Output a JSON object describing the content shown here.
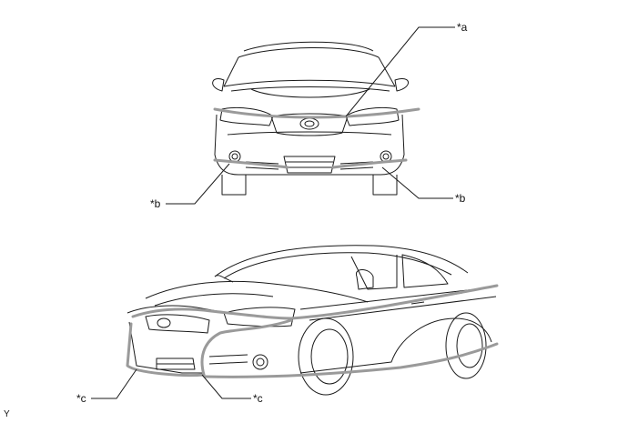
{
  "callouts": {
    "a": "*a",
    "b_left": "*b",
    "b_right": "*b",
    "c_left": "*c",
    "c_right": "*c"
  },
  "corner_label": "Y",
  "colors": {
    "line": "#1a1a1a",
    "highlight": "#9a9a9a"
  }
}
